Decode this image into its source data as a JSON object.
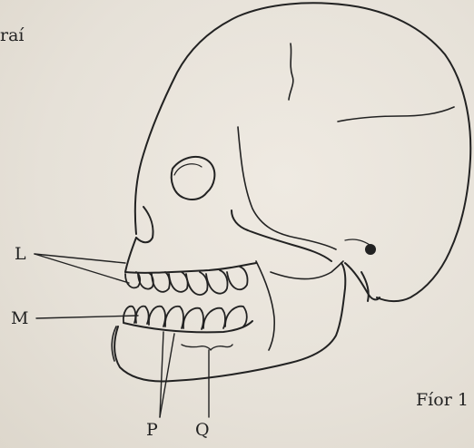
{
  "top_left_fragment": "raí",
  "labels": {
    "L": "L",
    "M": "M",
    "P": "P",
    "Q": "Q"
  },
  "figure_caption": "Fíor 1"
}
